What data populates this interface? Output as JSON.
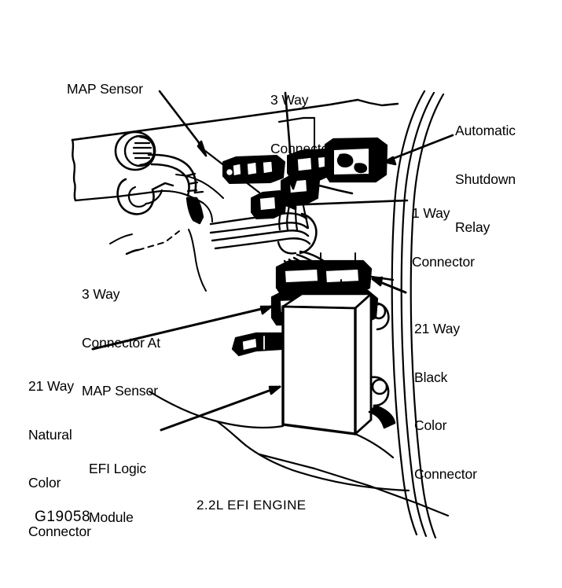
{
  "figure": {
    "code": "G19058",
    "caption": "2.2L EFI ENGINE",
    "ink_color": "#000000",
    "background_color": "#ffffff"
  },
  "labels": {
    "map_sensor": {
      "text": "MAP Sensor",
      "lines": [
        "MAP Sensor"
      ]
    },
    "three_way_connector": {
      "text": "3 Way Connector",
      "lines": [
        "3 Way",
        "Connector"
      ]
    },
    "automatic_shutdown_relay": {
      "text": "Automatic Shutdown Relay",
      "lines": [
        "Automatic",
        "Shutdown",
        "Relay"
      ]
    },
    "one_way_connector": {
      "text": "1 Way Connector",
      "lines": [
        "1 Way",
        "Connector"
      ]
    },
    "three_way_connector_at_map_sensor": {
      "text": "3 Way Connector At MAP Sensor",
      "lines": [
        "3 Way",
        "Connector At",
        "MAP Sensor"
      ]
    },
    "twentyone_way_black_color_connector": {
      "text": "21 Way Black Color Connector",
      "lines": [
        "21 Way",
        "Black",
        "Color",
        "Connector"
      ]
    },
    "twentyone_way_natural_color_connector": {
      "text": "21 Way Natural Color Connector",
      "lines": [
        "21 Way",
        "Natural",
        "Color",
        "Connector"
      ]
    },
    "efi_logic_module": {
      "text": "EFI Logic Module",
      "lines": [
        "EFI Logic",
        "Module"
      ]
    }
  },
  "components": [
    {
      "name": "map-sensor",
      "label": "MAP Sensor",
      "description": "round sensor body with vacuum hose on cowl panel"
    },
    {
      "name": "three-way-connector",
      "label": "3 Way Connector",
      "description": "inline connector block on upper harness"
    },
    {
      "name": "automatic-shutdown-relay",
      "label": "Automatic Shutdown Relay",
      "description": "rectangular relay box mounted right of connectors"
    },
    {
      "name": "one-way-connector",
      "label": "1 Way Connector",
      "description": "small single-cavity connector on harness"
    },
    {
      "name": "three-way-connector-at-map-sensor",
      "label": "3 Way Connector At MAP Sensor",
      "description": "three way connector attached at MAP sensor pigtail"
    },
    {
      "name": "twentyone-way-black-color-connector",
      "label": "21 Way Black Color Connector",
      "description": "upper 21 cavity black connector on logic module"
    },
    {
      "name": "twentyone-way-natural-color-connector",
      "label": "21 Way Natural Color Connector",
      "description": "lower 21 cavity natural color connector on logic module"
    },
    {
      "name": "efi-logic-module",
      "label": "EFI Logic Module",
      "description": "large rectangular control module box"
    }
  ]
}
